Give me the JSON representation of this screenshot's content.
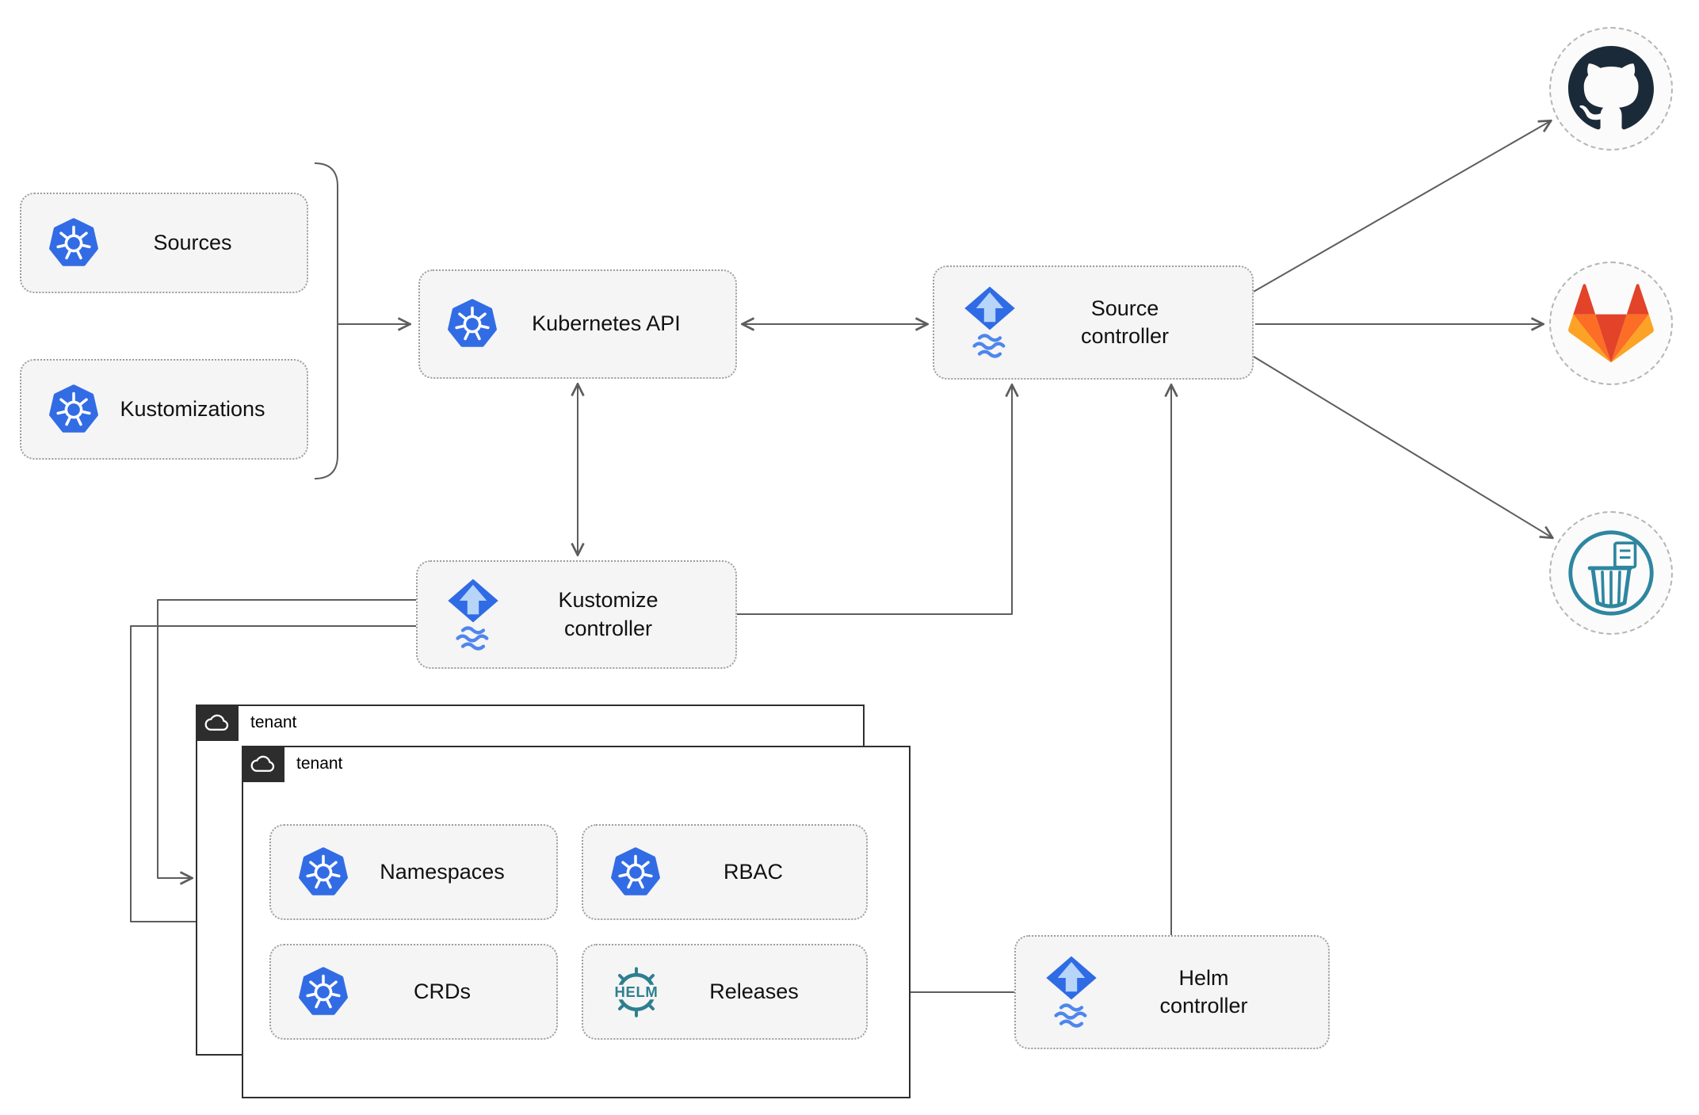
{
  "nodes": {
    "sources": {
      "label": "Sources",
      "icon": "kubernetes-icon"
    },
    "kustomizations": {
      "label": "Kustomizations",
      "icon": "kubernetes-icon"
    },
    "kubernetes_api": {
      "label": "Kubernetes API",
      "icon": "kubernetes-icon"
    },
    "source_controller": {
      "label": "Source\ncontroller",
      "icon": "flux-icon"
    },
    "kustomize_controller": {
      "label": "Kustomize\ncontroller",
      "icon": "flux-icon"
    },
    "helm_controller": {
      "label": "Helm\ncontroller",
      "icon": "flux-icon"
    },
    "namespaces": {
      "label": "Namespaces",
      "icon": "kubernetes-icon"
    },
    "rbac": {
      "label": "RBAC",
      "icon": "kubernetes-icon"
    },
    "crds": {
      "label": "CRDs",
      "icon": "kubernetes-icon"
    },
    "releases": {
      "label": "Releases",
      "icon": "helm-icon"
    }
  },
  "groups": {
    "tenant_back": {
      "label": "tenant"
    },
    "tenant_front": {
      "label": "tenant"
    }
  },
  "external": {
    "github": {
      "icon": "github-icon"
    },
    "gitlab": {
      "icon": "gitlab-icon"
    },
    "bucket": {
      "icon": "bucket-icon"
    }
  },
  "edges": [
    {
      "from": "sources_and_kustomizations_bracket",
      "to": "kubernetes_api",
      "style": "arrow"
    },
    {
      "from": "kubernetes_api",
      "to": "source_controller",
      "style": "double-arrow"
    },
    {
      "from": "kubernetes_api",
      "to": "kustomize_controller",
      "style": "double-arrow"
    },
    {
      "from": "kustomize_controller",
      "to": "source_controller",
      "style": "arrow"
    },
    {
      "from": "helm_controller",
      "to": "source_controller",
      "style": "arrow"
    },
    {
      "from": "helm_controller",
      "to": "releases",
      "style": "arrow"
    },
    {
      "from": "source_controller",
      "to": "github",
      "style": "arrow"
    },
    {
      "from": "source_controller",
      "to": "gitlab",
      "style": "arrow"
    },
    {
      "from": "source_controller",
      "to": "bucket",
      "style": "arrow"
    },
    {
      "from": "kustomize_controller",
      "to": "tenant_back",
      "style": "arrow"
    },
    {
      "from": "kustomize_controller",
      "to": "tenant_front",
      "style": "arrow"
    }
  ],
  "colors": {
    "kubernetes_blue": "#326CE5",
    "flux_blue": "#2F6BE4",
    "flux_light_blue": "#B7D4F9",
    "helm_teal": "#2E7F8F",
    "bucket_teal": "#2E86A0",
    "github_dark": "#1B2A38",
    "gitlab_red": "#E24329",
    "gitlab_orange": "#FC6D26",
    "gitlab_yellow": "#FCA326",
    "line_gray": "#5D5D5D",
    "node_fill": "#F5F5F5"
  }
}
